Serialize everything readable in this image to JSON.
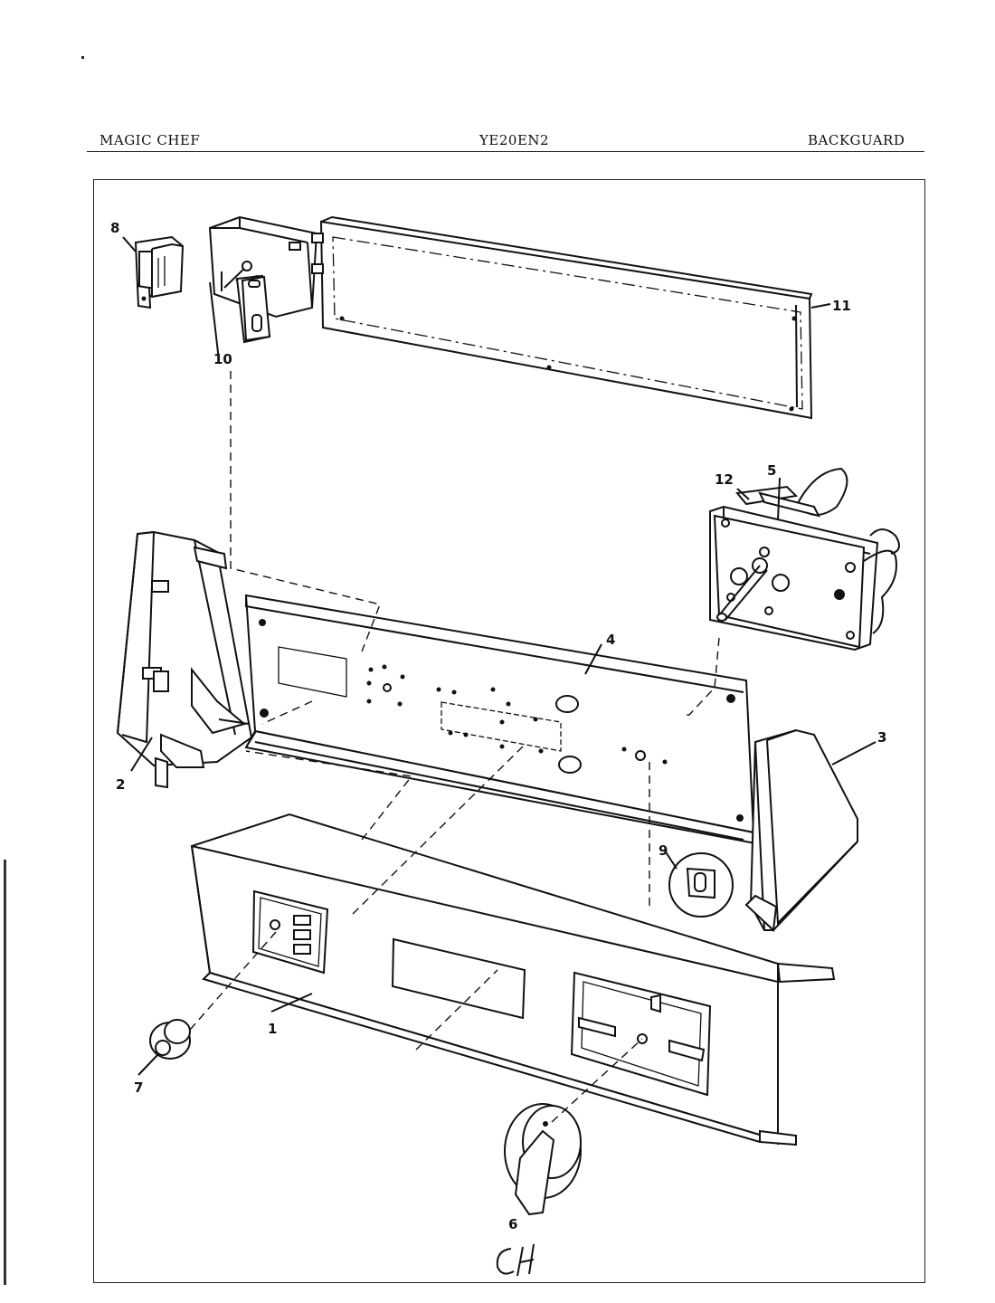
{
  "header": {
    "brand": "MAGIC CHEF",
    "model": "YE20EN2",
    "section": "BACKGUARD"
  },
  "callouts": {
    "c1": "1",
    "c2": "2",
    "c3": "3",
    "c4": "4",
    "c5": "5",
    "c6": "6",
    "c7": "7",
    "c8": "8",
    "c9": "9",
    "c10": "10",
    "c11": "11",
    "c12": "12"
  },
  "handwritten_note": "CH"
}
